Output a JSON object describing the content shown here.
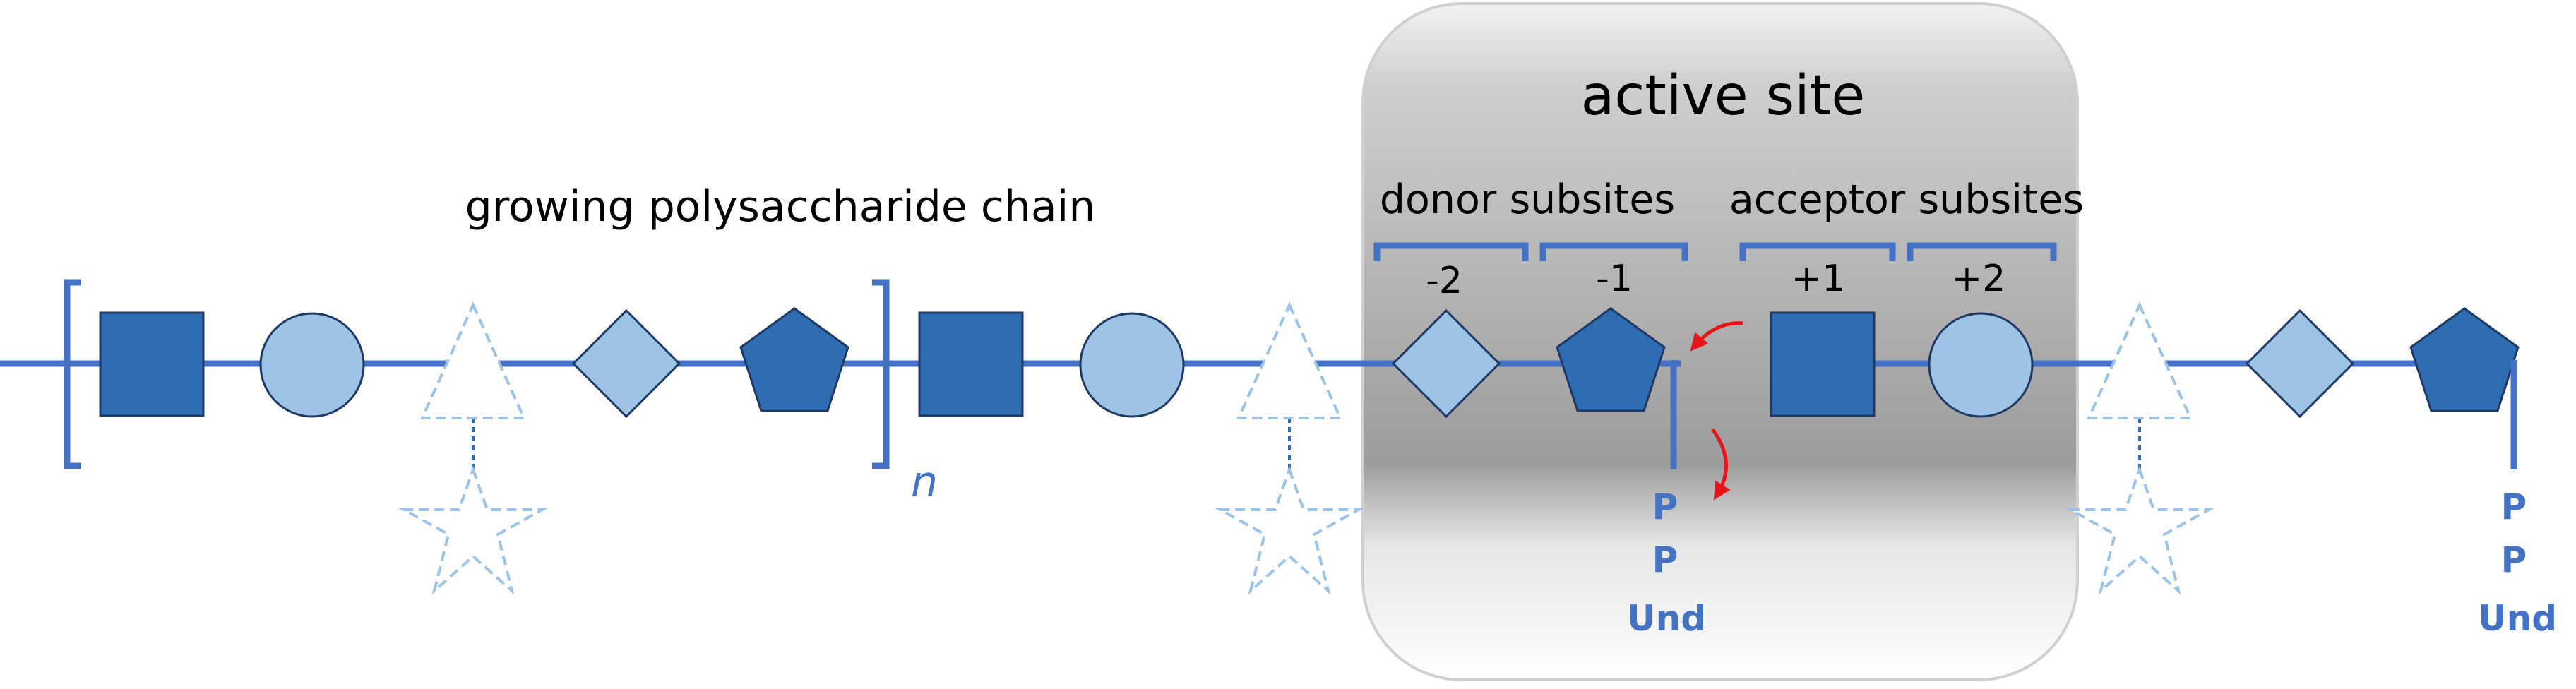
{
  "labels": {
    "active_site": "active site",
    "chain": "growing polysaccharide chain",
    "donor_subsites": "donor subsites",
    "acceptor_subsites": "acceptor subsites",
    "repeat_index": "n"
  },
  "subsites": [
    "-2",
    "-1",
    "+1",
    "+2"
  ],
  "lipid_carrier_middle": [
    "P",
    "P",
    "Und"
  ],
  "lipid_carrier_right": [
    "P",
    "P",
    "Und"
  ],
  "sugar_symbols": [
    "square",
    "circle",
    "triangle",
    "diamond",
    "pentagon",
    "star"
  ],
  "colors": {
    "backbone": "#4472c4",
    "dark_fill": "#2e6db1",
    "light_fill": "#9dc3e6",
    "outline": "#1f3864",
    "ghost": "#9dc3e6",
    "arrow": "#e8141b",
    "active_site_top": "#aaaaaa",
    "active_site_bottom": "#ffffff"
  }
}
